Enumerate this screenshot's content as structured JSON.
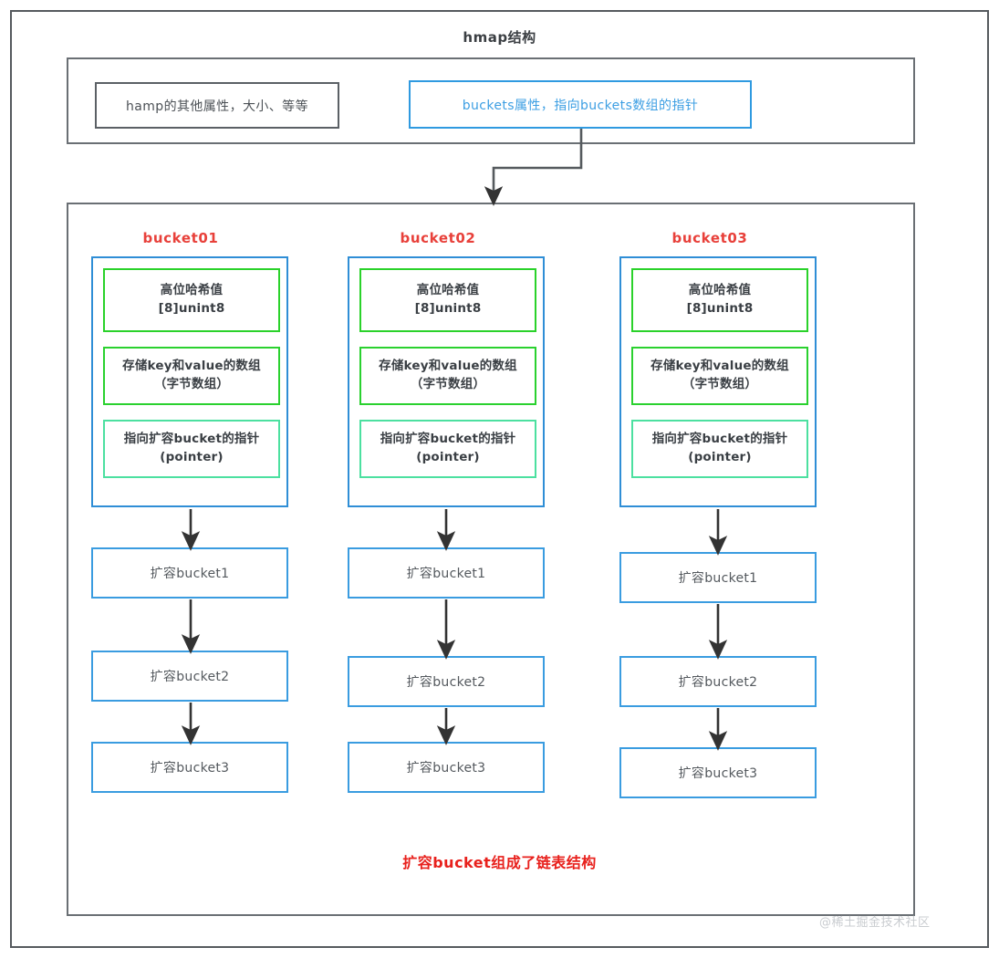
{
  "title": "hmap结构",
  "hmap": {
    "other_attrs_label": "hamp的其他属性，大小、等等",
    "buckets_attr_label": "buckets属性，指向buckets数组的指针",
    "buckets_attr_color": "#3d9fe3"
  },
  "buckets_container": {
    "columns": [
      {
        "header": "bucket01",
        "header_color": "#e8403a",
        "cells": [
          {
            "line1": "高位哈希值",
            "line2": "[8]unint8",
            "border_color": "#2ad22a"
          },
          {
            "line1": "存储key和value的数组",
            "line2": "（字节数组）",
            "border_color": "#2ad12f"
          },
          {
            "line1": "指向扩容bucket的指针",
            "line2": "(pointer)",
            "border_color": "#4ce0a0"
          }
        ],
        "overflow_boxes": [
          "扩容bucket1",
          "扩容bucket2",
          "扩容bucket3"
        ]
      },
      {
        "header": "bucket02",
        "header_color": "#e8403a",
        "cells": [
          {
            "line1": "高位哈希值",
            "line2": "[8]unint8",
            "border_color": "#2ad22a"
          },
          {
            "line1": "存储key和value的数组",
            "line2": "（字节数组）",
            "border_color": "#2ad12f"
          },
          {
            "line1": "指向扩容bucket的指针",
            "line2": "(pointer)",
            "border_color": "#4ce0a0"
          }
        ],
        "overflow_boxes": [
          "扩容bucket1",
          "扩容bucket2",
          "扩容bucket3"
        ]
      },
      {
        "header": "bucket03",
        "header_color": "#e8403a",
        "cells": [
          {
            "line1": "高位哈希值",
            "line2": "[8]unint8",
            "border_color": "#2ad22a"
          },
          {
            "line1": "存储key和value的数组",
            "line2": "（字节数组）",
            "border_color": "#2ad12f"
          },
          {
            "line1": "指向扩容bucket的指针",
            "line2": "(pointer)",
            "border_color": "#4ce0a0"
          }
        ],
        "overflow_boxes": [
          "扩容bucket1",
          "扩容bucket2",
          "扩容bucket3"
        ]
      }
    ],
    "chain_note": "扩容bucket组成了链表结构",
    "chain_note_color": "#e8201c"
  },
  "watermark": "@稀土掘金技术社区",
  "colors": {
    "frame_border": "#6a6f74",
    "blue": "#2f8ed6",
    "green": "#2ad22a",
    "teal": "#4ce0a0",
    "arrow": "#333333"
  }
}
